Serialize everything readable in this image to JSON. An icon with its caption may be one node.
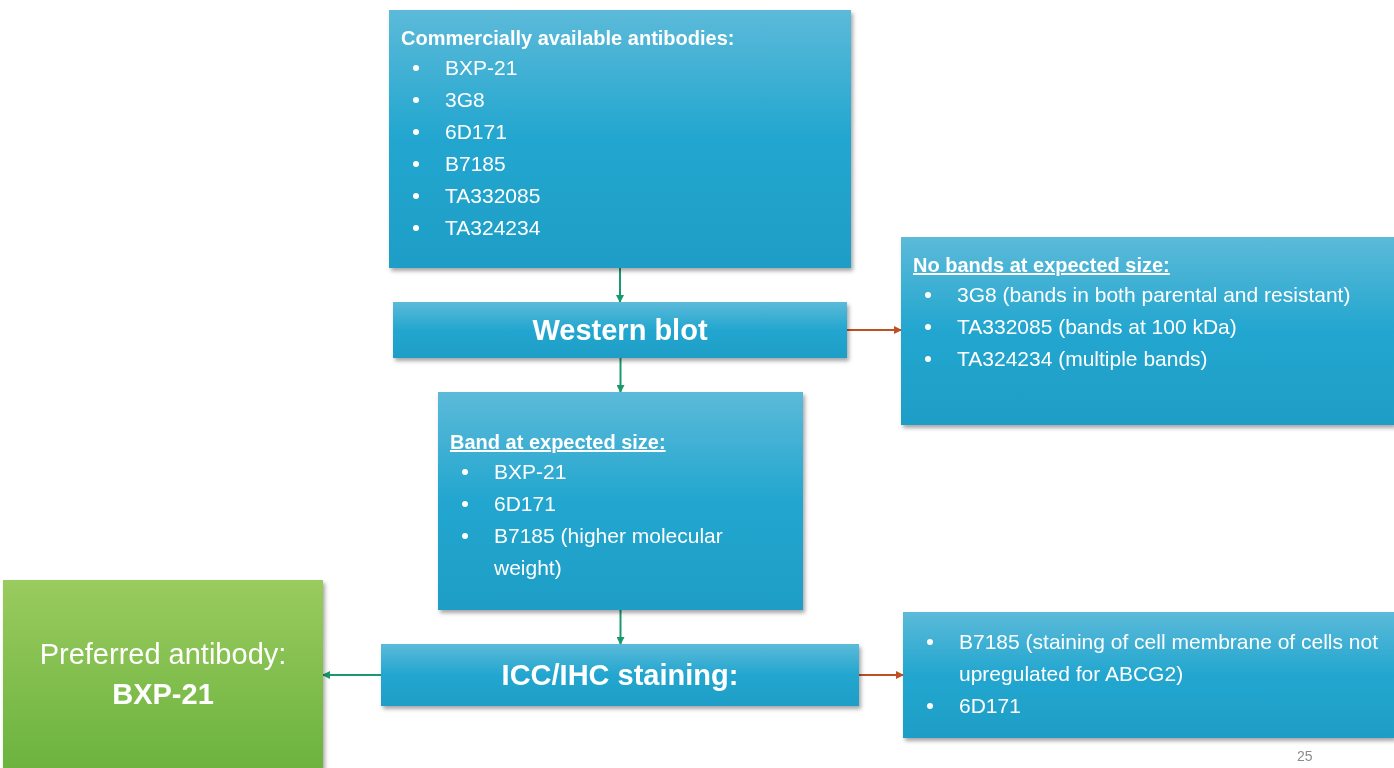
{
  "diagram": {
    "nodes": [
      {
        "text": [
          "Commercially available antibodies:",
          "BXP-21",
          "3G8",
          "6D171",
          "B7185",
          "TA332085",
          "TA324234"
        ]
      },
      {
        "text": [
          "Western blot"
        ]
      },
      {
        "text": [
          "No bands at expected size:",
          "3G8 (bands in both parental and resistant)",
          "TA332085 (bands at 100 kDa)",
          "TA324234 (multiple bands)"
        ]
      },
      {
        "text": [
          "Band at expected size:",
          "BXP-21",
          "6D171",
          "B7185 (higher molecular weight)"
        ]
      },
      {
        "text": [
          "ICC/IHC staining:"
        ]
      },
      {
        "text": [
          "B7185 (staining of cell membrane of cells not upregulated for ABCG2)",
          "6D171"
        ]
      },
      {
        "text": [
          "Preferred antibody:",
          "BXP-21"
        ]
      }
    ],
    "edges": [
      {
        "from": 0,
        "to": 1,
        "arrow": "to"
      },
      {
        "from": 1,
        "to": 2,
        "arrow": "to",
        "color": "#c0501f"
      },
      {
        "from": 1,
        "to": 3,
        "arrow": "to"
      },
      {
        "from": 3,
        "to": 4,
        "arrow": "to"
      },
      {
        "from": 4,
        "to": 5,
        "arrow": "to",
        "color": "#c0501f"
      },
      {
        "from": 4,
        "to": 6,
        "arrow": "to"
      }
    ],
    "labels": [
      "25"
    ]
  }
}
